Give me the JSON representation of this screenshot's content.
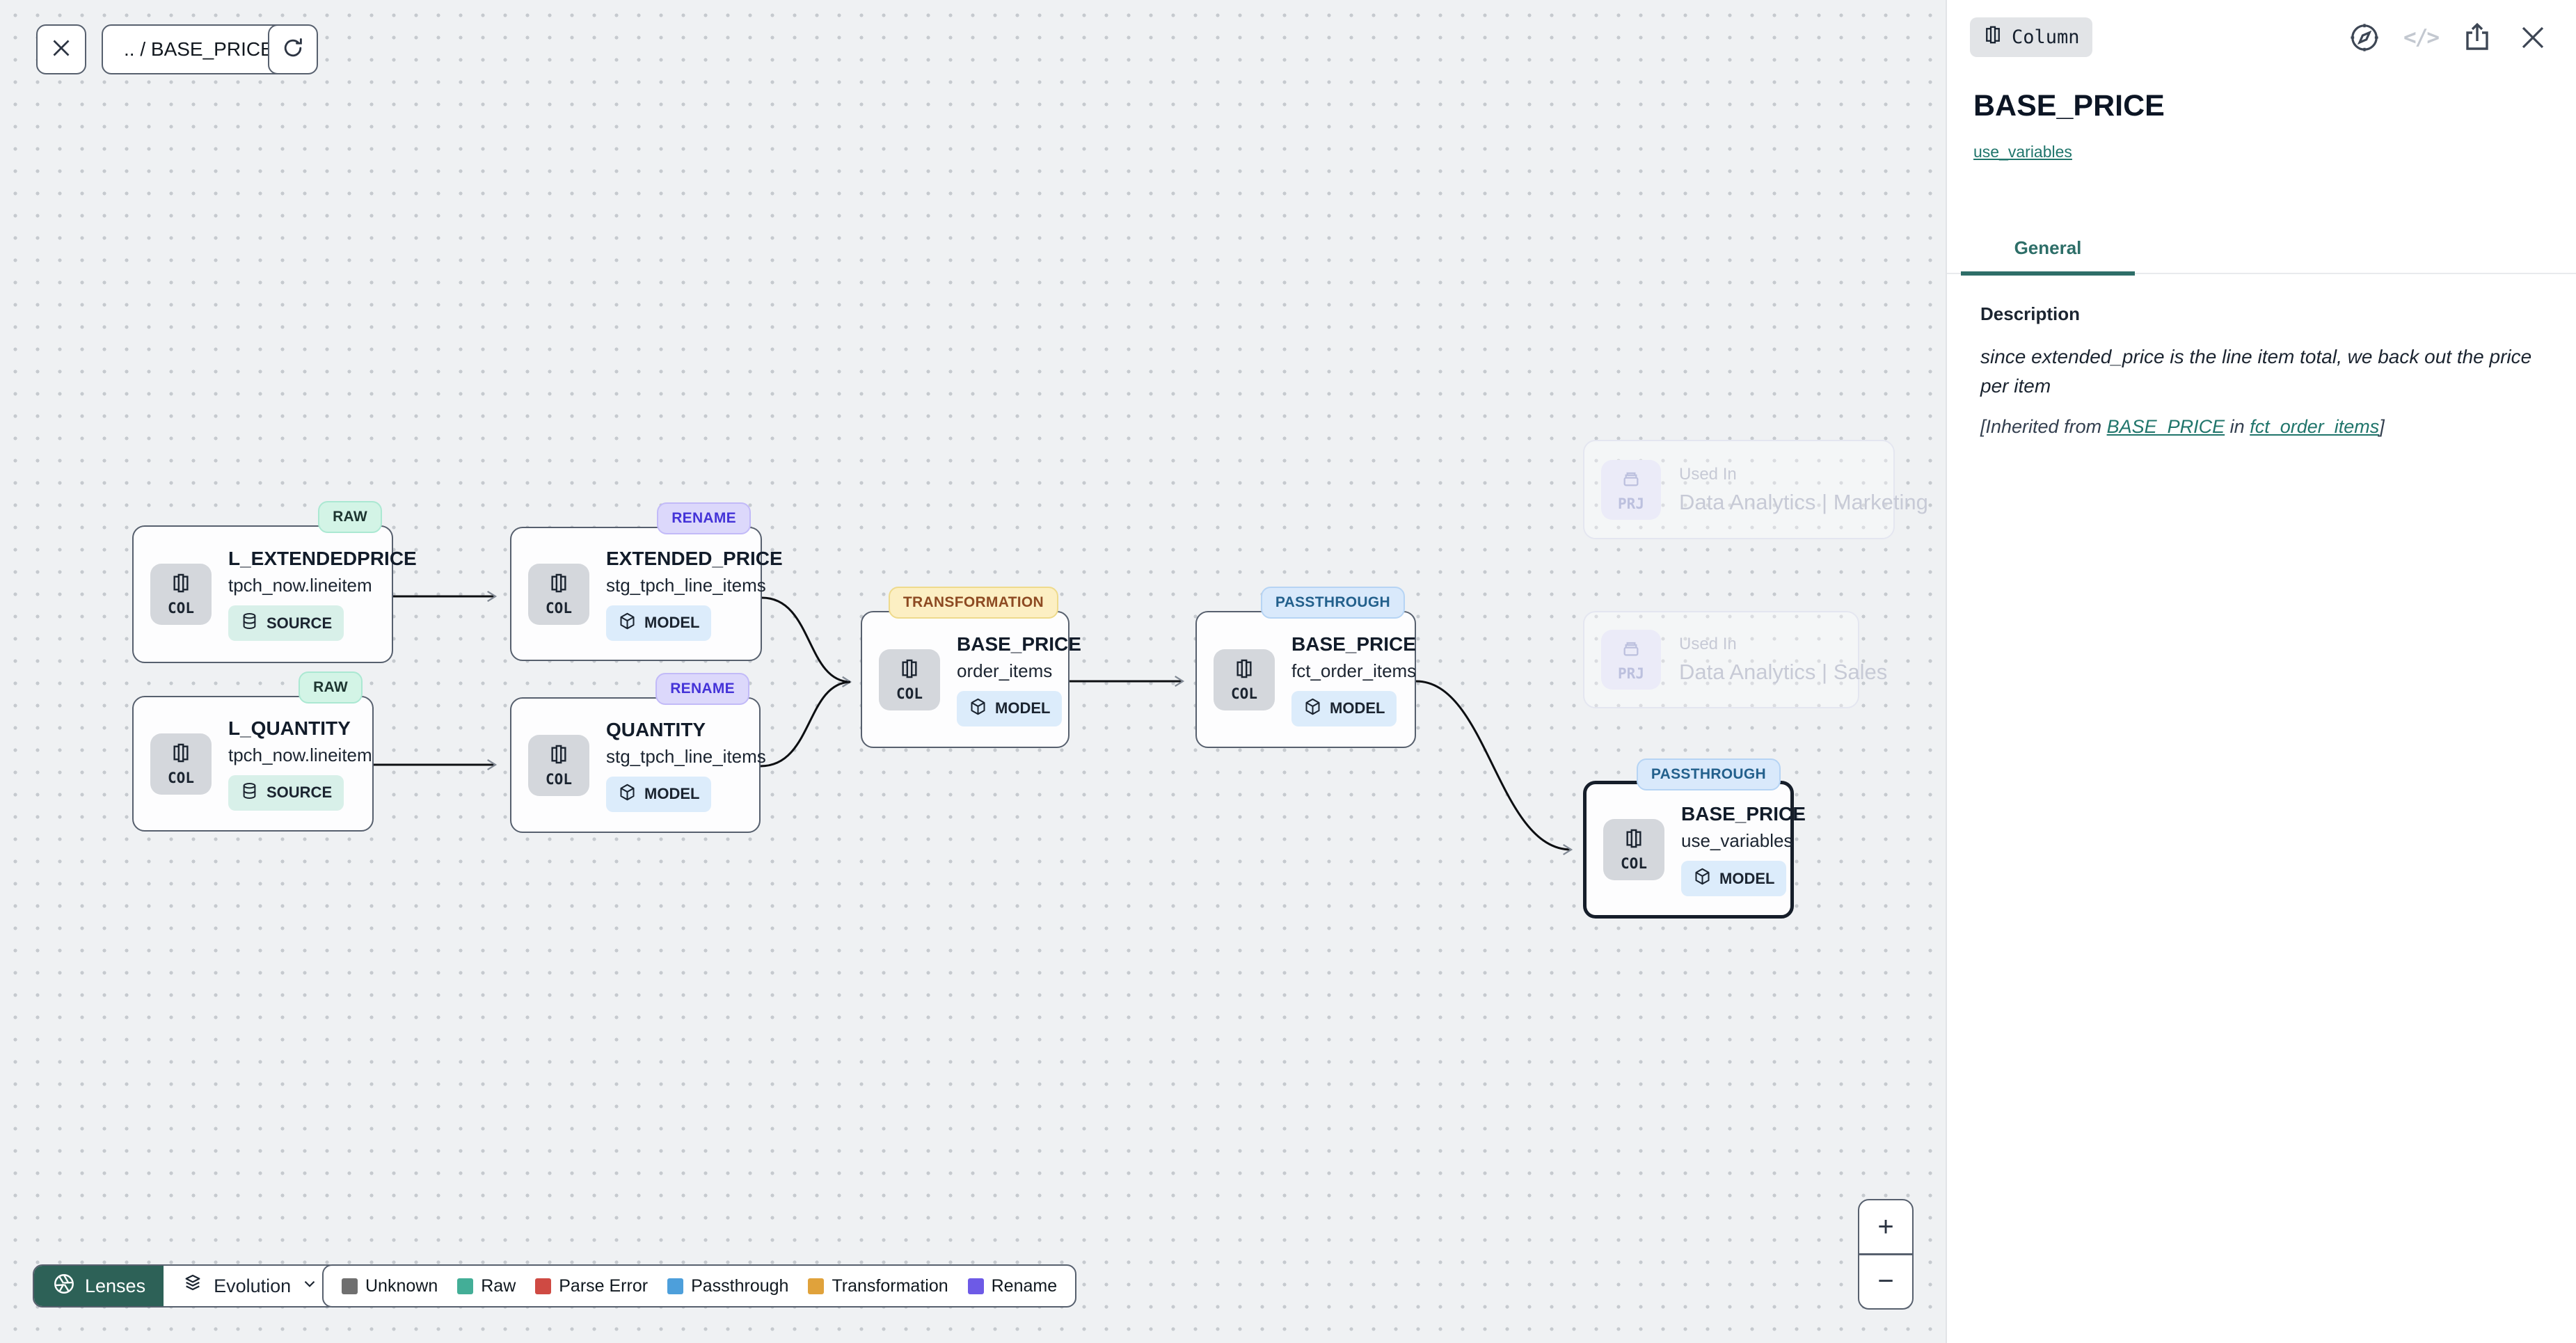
{
  "toolbar": {
    "breadcrumb": ".. / BASE_PRICE"
  },
  "nodes": [
    {
      "kind": "COL",
      "badge": "RAW",
      "title": "L_EXTENDEDPRICE",
      "subtitle": "tpch_now.lineitem",
      "chip": "SOURCE"
    },
    {
      "kind": "COL",
      "badge": "RENAME",
      "title": "EXTENDED_PRICE",
      "subtitle": "stg_tpch_line_items",
      "chip": "MODEL"
    },
    {
      "kind": "COL",
      "badge": "RAW",
      "title": "L_QUANTITY",
      "subtitle": "tpch_now.lineitem",
      "chip": "SOURCE"
    },
    {
      "kind": "COL",
      "badge": "RENAME",
      "title": "QUANTITY",
      "subtitle": "stg_tpch_line_items",
      "chip": "MODEL"
    },
    {
      "kind": "COL",
      "badge": "TRANSFORMATION",
      "title": "BASE_PRICE",
      "subtitle": "order_items",
      "chip": "MODEL"
    },
    {
      "kind": "COL",
      "badge": "PASSTHROUGH",
      "title": "BASE_PRICE",
      "subtitle": "fct_order_items",
      "chip": "MODEL"
    },
    {
      "kind": "COL",
      "badge": "PASSTHROUGH",
      "title": "BASE_PRICE",
      "subtitle": "use_variables",
      "chip": "MODEL"
    }
  ],
  "ghosts": [
    {
      "kind": "PRJ",
      "label": "Used In",
      "value": "Data Analytics | Marketing"
    },
    {
      "kind": "PRJ",
      "label": "Used In",
      "value": "Data Analytics | Sales"
    }
  ],
  "zoom": {
    "in": "+",
    "out": "−"
  },
  "footer": {
    "lenses": "Lenses",
    "lens_mode": "Evolution"
  },
  "legend": {
    "items": [
      {
        "label": "Unknown",
        "color": "#6f6f6f"
      },
      {
        "label": "Raw",
        "color": "#43ae97"
      },
      {
        "label": "Parse Error",
        "color": "#cf4a43"
      },
      {
        "label": "Passthrough",
        "color": "#4d9fdb"
      },
      {
        "label": "Transformation",
        "color": "#e0a23b"
      },
      {
        "label": "Rename",
        "color": "#6d5ae6"
      }
    ]
  },
  "panel": {
    "type_badge": "Column",
    "code_glyph": "</>",
    "title": "BASE_PRICE",
    "model_link": "use_variables",
    "tab_general": "General",
    "description": {
      "heading": "Description",
      "body": "since extended_price is the line item total, we back out the price per item",
      "inherited_prefix": "[Inherited from ",
      "inherited_link_column": "BASE_PRICE",
      "inherited_infix": " in ",
      "inherited_link_model": "fct_order_items",
      "inherited_suffix": "]"
    }
  },
  "icon_names": [
    "close-icon",
    "refresh-icon",
    "column-icon",
    "database-icon",
    "cube-icon",
    "project-icon",
    "aperture-icon",
    "layers-icon",
    "chevron-down-icon",
    "compass-icon",
    "code-icon",
    "share-icon",
    "plus-icon",
    "minus-icon"
  ],
  "colors": {
    "accent_teal": "#2e6e68",
    "lenses_green": "#2d6157",
    "edge": "#0d0f12"
  }
}
